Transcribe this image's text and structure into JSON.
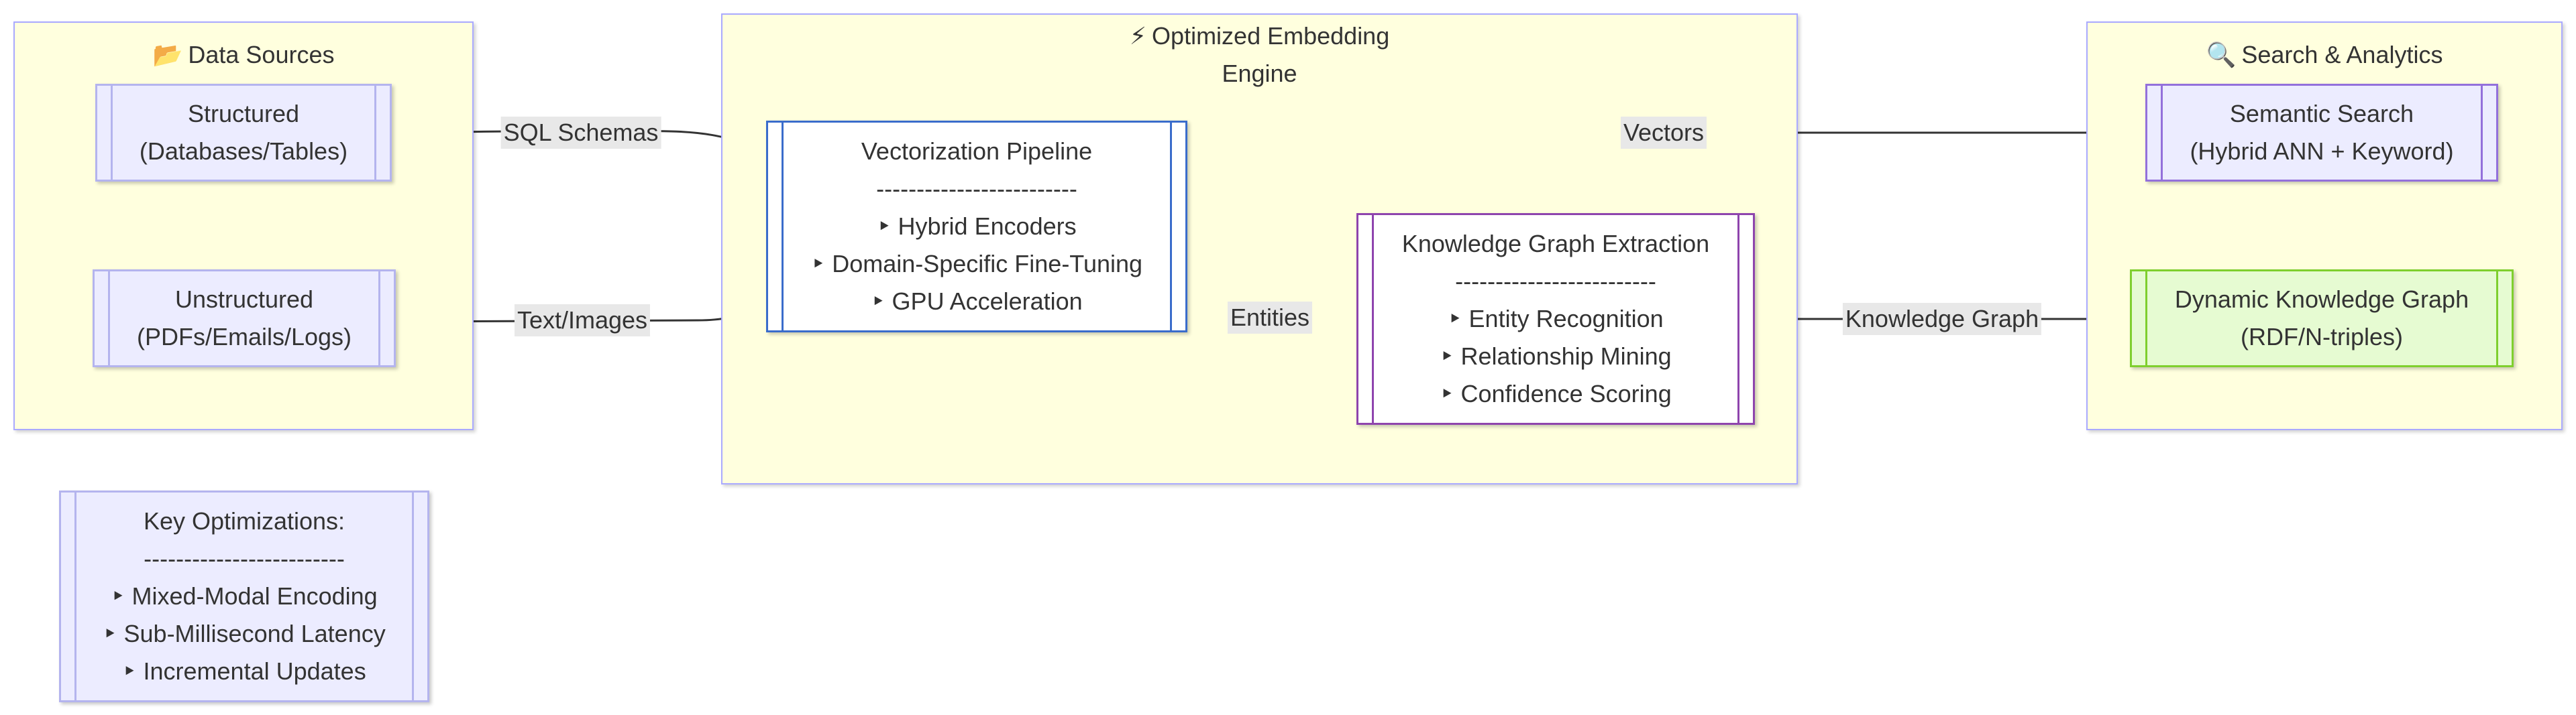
{
  "clusters": {
    "sources": {
      "emoji": "📂",
      "title": "Data Sources"
    },
    "engine": {
      "emoji": "⚡",
      "title_line1": "Optimized Embedding",
      "title_line2": "Engine"
    },
    "search": {
      "emoji": "🔍",
      "title": "Search & Analytics"
    }
  },
  "nodes": {
    "structured": {
      "line1": "Structured",
      "line2": "(Databases/Tables)"
    },
    "unstructured": {
      "line1": "Unstructured",
      "line2": "(PDFs/Emails/Logs)"
    },
    "vectorization": {
      "title": "Vectorization Pipeline",
      "divider": "-------------------------",
      "items": [
        "‣ Hybrid Encoders",
        "‣ Domain-Specific Fine-Tuning",
        "‣ GPU Acceleration"
      ]
    },
    "kg_extraction": {
      "title": "Knowledge Graph Extraction",
      "divider": "-------------------------",
      "items": [
        "‣ Entity Recognition",
        "‣ Relationship Mining",
        "‣ Confidence Scoring"
      ]
    },
    "semantic_search": {
      "line1": "Semantic Search",
      "line2": "(Hybrid ANN + Keyword)"
    },
    "dynamic_kg": {
      "line1": "Dynamic Knowledge Graph",
      "line2": "(RDF/N-triples)"
    },
    "key_optimizations": {
      "title": "Key Optimizations:",
      "divider": "-------------------------",
      "items": [
        "‣ Mixed-Modal Encoding",
        "‣ Sub-Millisecond Latency",
        "‣ Incremental Updates"
      ]
    }
  },
  "edges": {
    "sql_schemas": "SQL Schemas",
    "text_images": "Text/Images",
    "vectors": "Vectors",
    "entities": "Entities",
    "knowledge_graph": "Knowledge Graph"
  },
  "colors": {
    "cluster_fill": "#ffffde",
    "cluster_border": "#aaaaff",
    "node_fill": "#ececff",
    "node_border": "#9370db",
    "vector_border": "#3a6ccb",
    "kg_border": "#8e44ad",
    "green_fill": "#e6fbd2",
    "green_border": "#7fcf2e",
    "edge_color": "#333333",
    "edge_label_bg": "#e8e8e8"
  }
}
